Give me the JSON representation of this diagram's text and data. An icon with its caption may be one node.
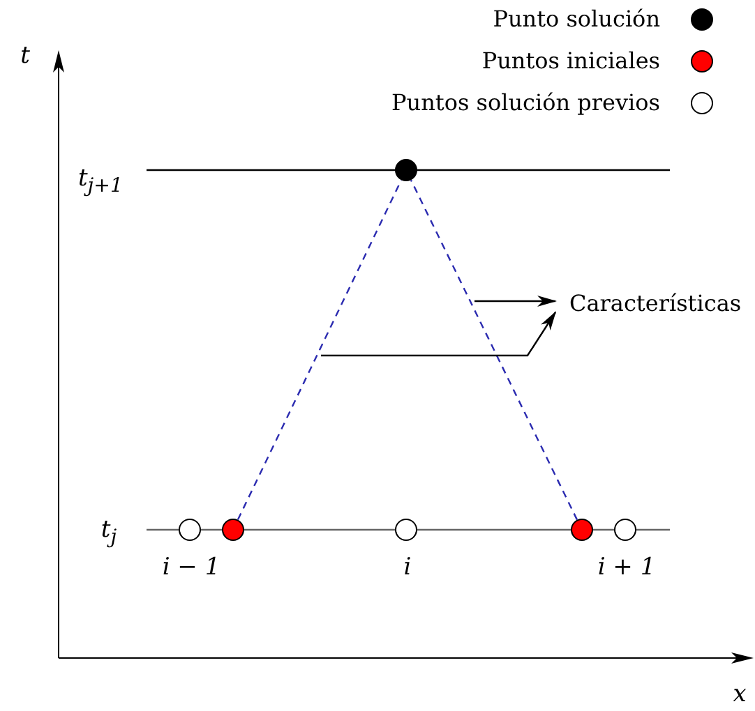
{
  "diagram": {
    "nodes": [
      {
        "text": [],
        "shape": "circle"
      },
      {
        "text": [
          "Características"
        ]
      },
      {
        "text": [],
        "shape": "circle",
        "beside": [
          "i − 1"
        ]
      },
      {
        "text": [],
        "shape": "circle"
      },
      {
        "text": [],
        "shape": "circle",
        "beside": [
          "i"
        ]
      },
      {
        "text": [],
        "shape": "circle"
      },
      {
        "text": [],
        "shape": "circle",
        "beside": [
          "i + 1"
        ]
      }
    ],
    "edges": [
      {
        "from": 3,
        "to": 0,
        "arrow": "none",
        "style": "dashed",
        "color": "#2b2bb0"
      },
      {
        "from": 5,
        "to": 0,
        "arrow": "none",
        "style": "dashed",
        "color": "#2b2bb0"
      },
      {
        "from": null,
        "to": 1,
        "arrow": "to",
        "color": "#000000"
      },
      {
        "from": null,
        "to": 1,
        "arrow": "to",
        "color": "#000000"
      }
    ],
    "labels": [
      "t",
      "t$_{j+1}$",
      "t$_{j}$",
      "x"
    ],
    "legend": [
      {
        "text": "Punto solución",
        "color": "#000000"
      },
      {
        "text": "Puntos iniciales",
        "color": "#ff0000"
      },
      {
        "text": "Puntos solución previos",
        "color": "#ffffff"
      }
    ]
  }
}
